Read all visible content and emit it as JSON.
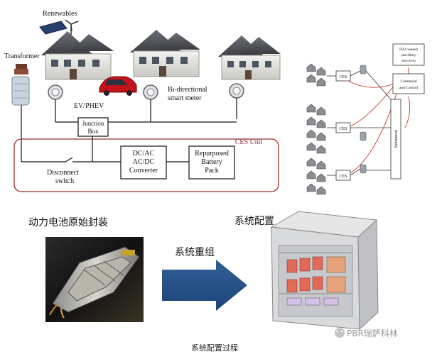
{
  "grid_diagram": {
    "renewables": "Renewables",
    "transformer": "Transformer",
    "ev_phev": "EV/PHEV",
    "smart_meter_line1": "Bi-directional",
    "smart_meter_line2": "smart meter",
    "junction_box_line1": "Junction",
    "junction_box_line2": "Box",
    "ces_unit": "CES Unit",
    "disconnect_line1": "Disconnect",
    "disconnect_line2": "switch",
    "converter_line1": "DC/AC",
    "converter_line2": "AC/DC",
    "converter_line3": "Converter",
    "battery_line1": "Repurposed",
    "battery_line2": "Battery",
    "battery_line3": "Pack"
  },
  "control_diagram": {
    "iso_line1": "ISO request",
    "iso_line2": "(ancillary",
    "iso_line3": "services)",
    "command_line1": "Command",
    "command_line2": "and Control",
    "substation": "Substation",
    "ces_label": "CES"
  },
  "process": {
    "original_packaging": "动力电池原始封装",
    "reassembly": "系统重组",
    "configuration": "系统配置",
    "caption": "系统配置过程",
    "watermark": "PBR瑞萨科林"
  }
}
